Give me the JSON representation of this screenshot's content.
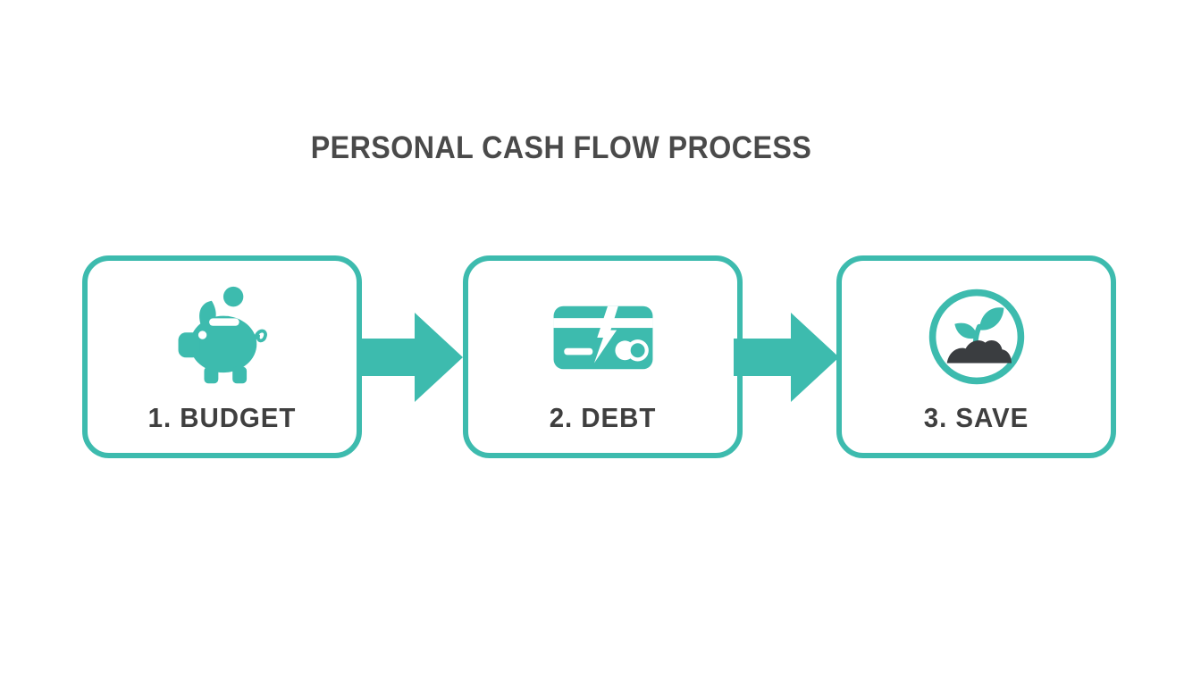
{
  "title": "PERSONAL CASH FLOW PROCESS",
  "colors": {
    "teal": "#3dbbae",
    "title": "#4a4a4a",
    "label": "#3f3f3f",
    "soil": "#3a3d40",
    "box_bg": "#ffffff",
    "background": "#ffffff"
  },
  "steps": [
    {
      "label": "1. BUDGET",
      "icon": "piggy-bank-icon"
    },
    {
      "label": "2. DEBT",
      "icon": "broken-credit-card-icon"
    },
    {
      "label": "3. SAVE",
      "icon": "plant-sprout-icon"
    }
  ],
  "arrows": [
    {
      "name": "arrow-budget-to-debt"
    },
    {
      "name": "arrow-debt-to-save"
    }
  ]
}
